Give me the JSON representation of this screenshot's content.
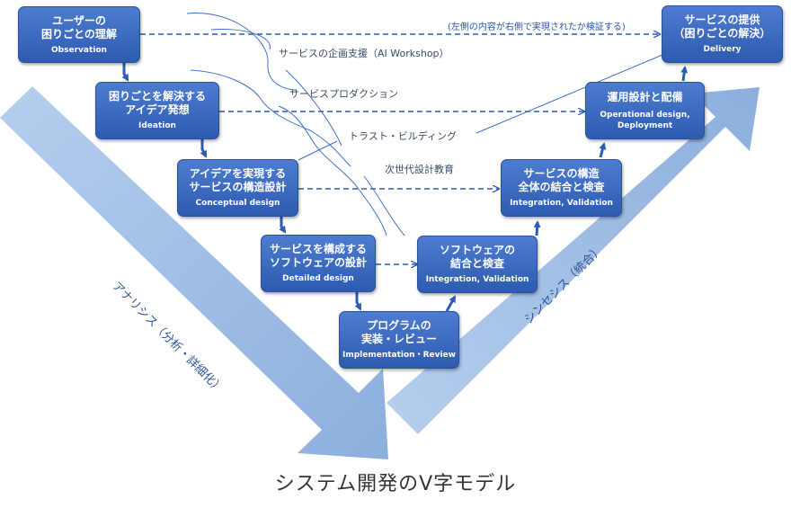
{
  "caption": "システム開発のV字モデル",
  "left_arrow_label": "アナリシス（分析・詳細化）",
  "right_arrow_label": "シンセシス（統合）",
  "top_note": "(左側の内容が右側で実現されたか検証する)",
  "overlay_labels": {
    "workshop": "サービスの企画支援（AI Workshop）",
    "production": "サービスプロダクション",
    "trust": "トラスト・ビルディング",
    "education": "次世代設計教育"
  },
  "left_boxes": [
    {
      "title": "ユーザーの\n困りごとの理解",
      "sub": "Observation"
    },
    {
      "title": "困りごとを解決する\nアイデア発想",
      "sub": "Ideation"
    },
    {
      "title": "アイデアを実現する\nサービスの構造設計",
      "sub": "Conceptual design"
    },
    {
      "title": "サービスを構成する\nソフトウェアの設計",
      "sub": "Detailed design"
    }
  ],
  "bottom_box": {
    "title": "プログラムの\n実装・レビュー",
    "sub": "Implementation・Review"
  },
  "right_boxes": [
    {
      "title": "ソフトウェアの\n結合と検査",
      "sub": "Integration, Validation"
    },
    {
      "title": "サービスの構造\n全体の結合と検査",
      "sub": "Integration, Validation"
    },
    {
      "title": "運用設計と配備",
      "sub": "Operational design,\nDeployment"
    },
    {
      "title": "サービスの提供\n（困りごとの解決）",
      "sub": "Delivery"
    }
  ],
  "colors": {
    "box": "#3a69c0",
    "arrow_band": "#9dbde6",
    "connector": "#2c5cb4",
    "leader": "#3d6fc0"
  }
}
